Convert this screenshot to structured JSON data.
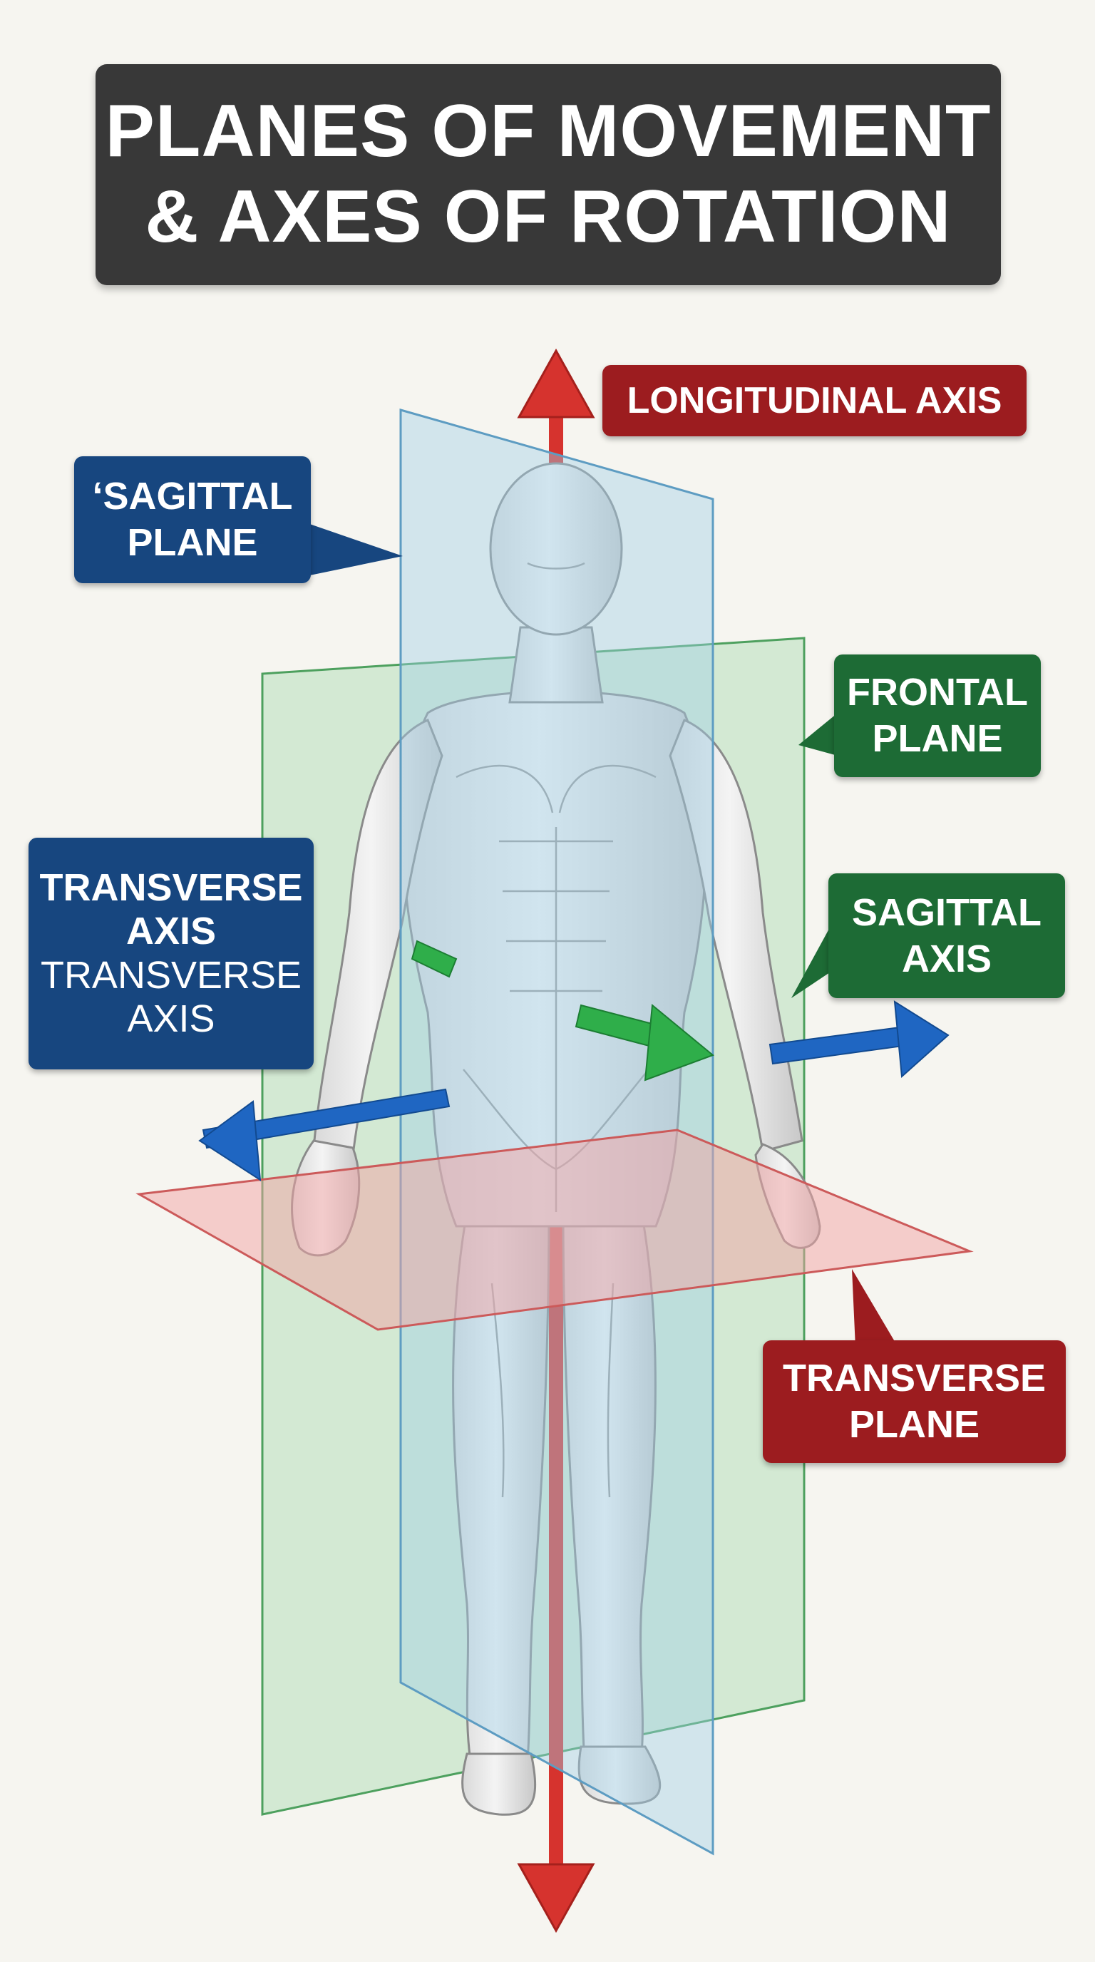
{
  "title": {
    "line1": "PLANES OF MOVEMENT",
    "line2": "& AXES OF ROTATION"
  },
  "labels": {
    "longitudinal_axis": "LONGITUDINAL AXIS",
    "sagittal_plane": {
      "line1": "‘SAGITTAL",
      "line2": "PLANE"
    },
    "frontal_plane": {
      "line1": "FRONTAL",
      "line2": "PLANE"
    },
    "transverse_axis": {
      "line1": "TRANSVERSE",
      "line2": "AXIS",
      "line3": "TRANSVERSE",
      "line4": "AXIS"
    },
    "sagittal_axis": {
      "line1": "SAGITTAL",
      "line2": "AXIS"
    },
    "transverse_plane": {
      "line1": "TRANSVERSE",
      "line2": "PLANE"
    }
  },
  "colors": {
    "title_bg": "#383838",
    "red_label": "#9c1c1f",
    "blue_label": "#17467f",
    "green_label": "#1d6b35",
    "longitudinal_arrow": "#d6332e",
    "transverse_arrow": "#1f66c2",
    "sagittal_arrow": "#2fae4a",
    "sagittal_plane_fill": "#9fcfe6",
    "frontal_plane_fill": "#a9dcb0",
    "transverse_plane_fill": "#f2a3a3"
  }
}
